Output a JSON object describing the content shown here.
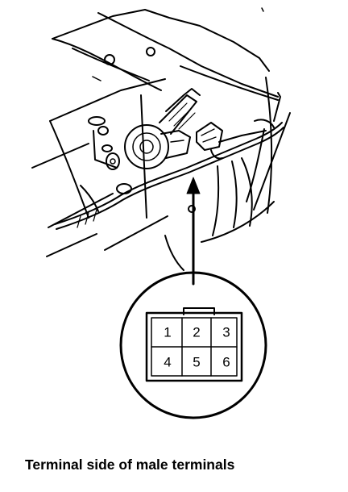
{
  "connector": {
    "pins": [
      "1",
      "2",
      "3",
      "4",
      "5",
      "6"
    ]
  },
  "caption": "Terminal side of male terminals"
}
